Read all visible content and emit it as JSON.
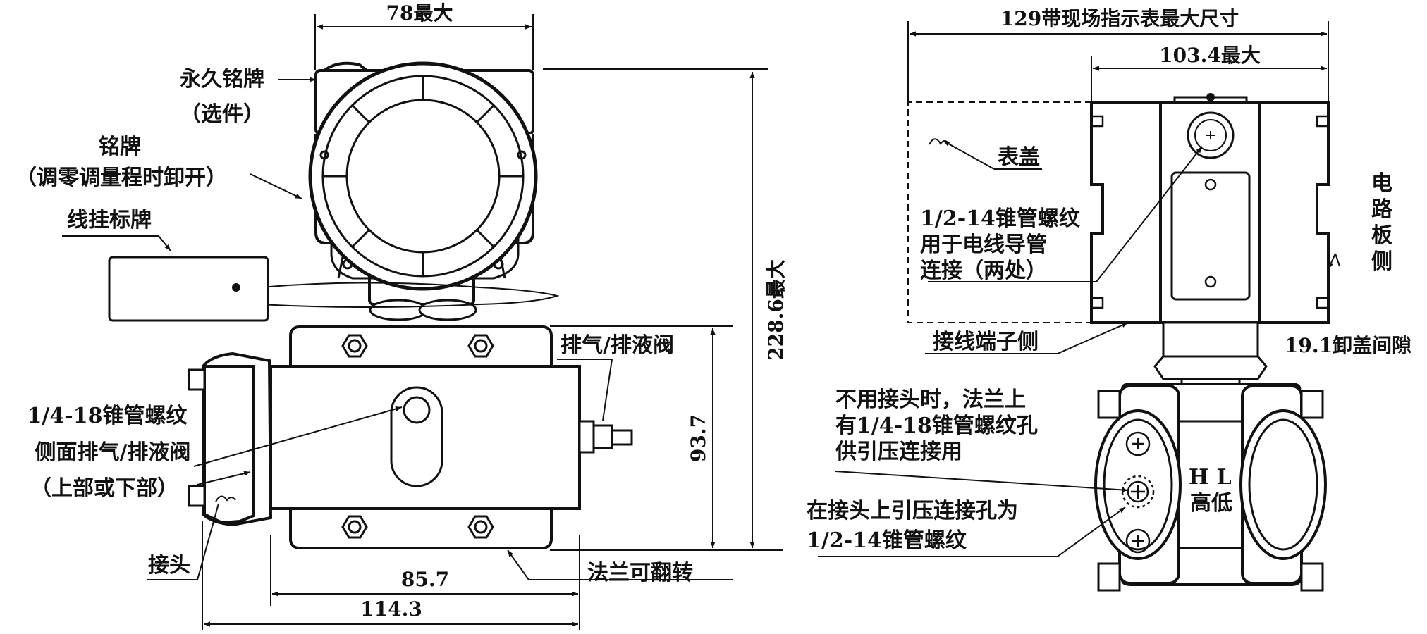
{
  "front_view": {
    "dim_width": "78最大",
    "dim_height_total": "228.6最大",
    "dim_height_flange": "93.7",
    "dim_width_flange": "85.7",
    "dim_width_total": "114.3",
    "label_permanent_nameplate": "永久铭牌",
    "label_optional": "（选件）",
    "label_nameplate": "铭牌",
    "label_nameplate_note": "（调零调量程时卸开）",
    "label_wire_tag": "线挂标牌",
    "label_vent_drain_valve": "排气/排液阀",
    "label_npt_quarter": "1/4-18锥管螺纹",
    "label_side_vent": "侧面排气/排液阀",
    "label_upper_lower": "（上部或下部）",
    "label_connector": "接头",
    "label_flange_rotatable": "法兰可翻转"
  },
  "side_view": {
    "dim_with_indicator": "129带现场指示表最大尺寸",
    "dim_max": "103.4最大",
    "label_cover": "表盖",
    "label_conduit_1": "1/2-14锥管螺纹",
    "label_conduit_2": "用于电线导管",
    "label_conduit_3": "连接（两处）",
    "label_circuit_side": [
      "电",
      "路",
      "板",
      "侧"
    ],
    "label_terminal_side": "接线端子侧",
    "label_cover_clearance": "19.1卸盖间隙",
    "label_flange_note_1": "不用接头时，法兰上",
    "label_flange_note_2": "有1/4-18锥管螺纹孔",
    "label_flange_note_3": "供引压连接用",
    "label_h": "H",
    "label_l": "L",
    "label_high_low": "高低",
    "label_connector_note_1": "在接头上引压连接孔为",
    "label_connector_note_2": "1/2-14锥管螺纹"
  }
}
